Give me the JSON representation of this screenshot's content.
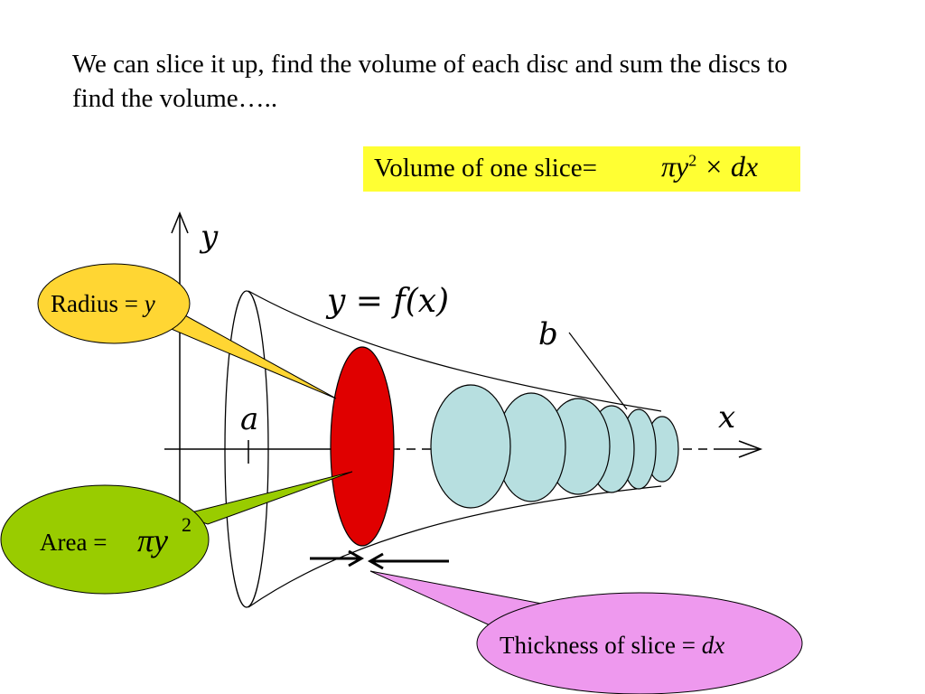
{
  "intro_text": "We can slice it up, find the volume of each disc and sum the discs to find the volume…..",
  "formula_box": {
    "label": "Volume of one slice=",
    "expr_pi_y": "πy",
    "expr_exp": "2",
    "expr_rest": "× dx",
    "color": "#ffff33"
  },
  "axes": {
    "y_label": "y",
    "x_label": "x",
    "a_label": "a",
    "b_label": "b",
    "curve_label": "y = f(x)"
  },
  "callouts": {
    "radius": {
      "text": "Radius = ",
      "var": "y",
      "color": "#ffd633"
    },
    "area": {
      "text": "Area = ",
      "var": "πy",
      "exp": "2",
      "color": "#99cc00"
    },
    "thickness": {
      "text": "Thickness of slice = ",
      "var": "dx",
      "color": "#ee99ee"
    }
  },
  "colors": {
    "slice": "#e00000",
    "discs": "#b7dfe0"
  }
}
